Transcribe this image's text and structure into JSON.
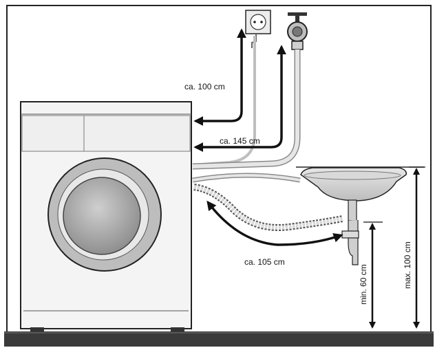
{
  "labels": {
    "socket_distance": "ca. 100 cm",
    "tap_distance": "ca. 145 cm",
    "drain_distance": "ca. 105 cm",
    "drain_min_height": "min. 60 cm",
    "drain_max_height": "max. 100 cm"
  },
  "colors": {
    "arrow": "#111111",
    "hose": "#d9d9d9",
    "machine": "#f4f4f4",
    "floor": "#3a3a3a"
  }
}
